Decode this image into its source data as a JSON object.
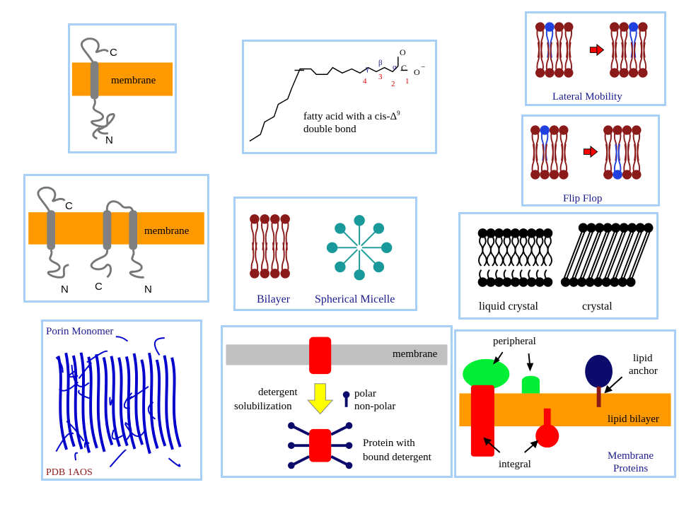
{
  "p1": {
    "c": "C",
    "membrane": "membrane",
    "n": "N"
  },
  "p2": {
    "n1": "4",
    "n2": "3",
    "n3": "2",
    "n4": "1",
    "gamma": "γ",
    "beta": "β",
    "alpha": "α",
    "carbon": "C",
    "oxygen": "O",
    "oxide": "O",
    "minus": "−",
    "caption1": "fatty acid with a cis-Δ",
    "sup": "9",
    "caption2": "double bond"
  },
  "p3": {
    "caption": "Lateral Mobility"
  },
  "p4": {
    "caption": "Flip Flop"
  },
  "p5": {
    "c": "C",
    "membrane": "membrane",
    "n1": "N",
    "c2": "C",
    "n2": "N"
  },
  "p6": {
    "bilayer": "Bilayer",
    "micelle": "Spherical Micelle"
  },
  "p7": {
    "liquid": "liquid crystal",
    "crystal": "crystal"
  },
  "p8": {
    "title": "Porin Monomer",
    "pdb": "PDB 1AOS"
  },
  "p9": {
    "membrane": "membrane",
    "detergent1": "detergent",
    "detergent2": "solubilization",
    "polar": "polar",
    "nonpolar": "non-polar",
    "protein1": "Protein with",
    "protein2": "bound detergent"
  },
  "p10": {
    "peripheral": "peripheral",
    "lipid": "lipid",
    "anchor": "anchor",
    "bilayer": "lipid bilayer",
    "integral": "integral",
    "mp1": "Membrane",
    "mp2": "Proteins"
  },
  "colors": {
    "membrane_orange": "#ff9900",
    "panel_border": "#a8cff5",
    "lipid_maroon": "#8b1a1a",
    "micelle_teal": "#199999",
    "porin_blue": "#0000cc",
    "protein_red": "#ff0000",
    "peripheral_green": "#00ee33",
    "anchor_navy": "#0b0b6b"
  }
}
